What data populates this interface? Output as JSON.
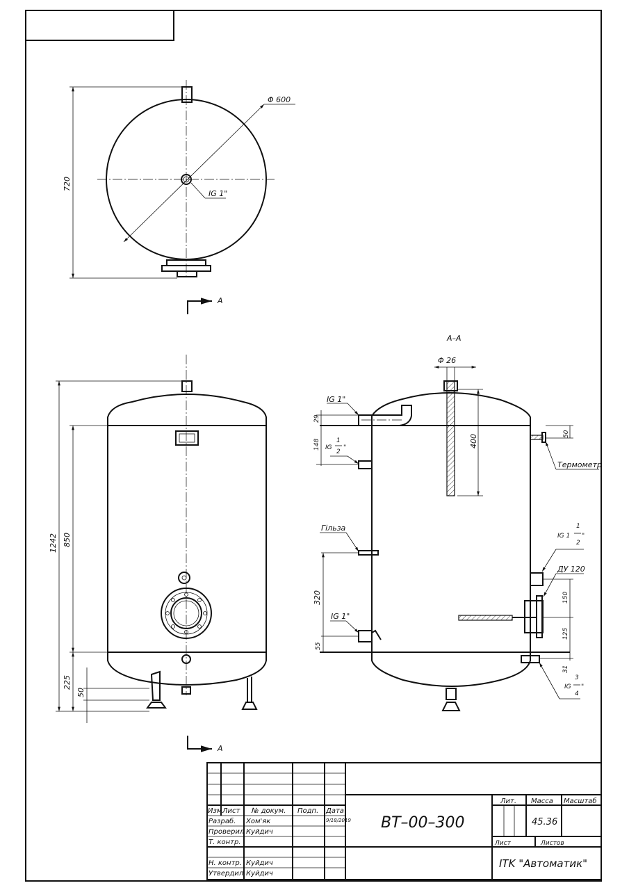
{
  "top_view": {
    "diameter": "Φ 600",
    "height": "720",
    "center_thread": "IG 1\""
  },
  "section_marks": {
    "top": "A",
    "bottom": "A"
  },
  "front_view": {
    "dims": {
      "total": "1242",
      "body": "850",
      "bottom": "225",
      "leg": "50"
    }
  },
  "section_view": {
    "title": "A–A",
    "dims": {
      "rod_dia": "Φ 26",
      "rod_len": "400",
      "d29": "29",
      "d148": "148",
      "d320": "320",
      "d55": "55",
      "d50": "50",
      "d150": "150",
      "d125": "125",
      "d31": "31"
    },
    "labels": {
      "inlet_top": "IG 1\"",
      "half_inch": {
        "prefix": "IG",
        "num": "1",
        "den": "2",
        "suffix": "\""
      },
      "sleeve": "Гільза",
      "inlet_bottom": "IG 1\"",
      "thermometer": "Термометр",
      "one_half": {
        "prefix": "IG 1",
        "num": "1",
        "den": "2",
        "suffix": "\""
      },
      "flange": "ДУ 120",
      "three_quarter": {
        "prefix": "IG",
        "num": "3",
        "den": "4",
        "suffix": "\""
      }
    }
  },
  "title_block": {
    "headers": {
      "izm": "Изм.",
      "list": "Лист",
      "doc": "№ докум.",
      "sign": "Подп.",
      "date": "Дата"
    },
    "rows": [
      {
        "role": "Разраб.",
        "name": "Хом'як",
        "date": "9/18/2019"
      },
      {
        "role": "Проверил",
        "name": "Куйдич"
      },
      {
        "role": "Т. контр.",
        "name": ""
      },
      {
        "role": "Н. контр.",
        "name": "Куйдич"
      },
      {
        "role": "Утвердил",
        "name": "Куйдич"
      }
    ],
    "designation": "BT–00–300",
    "lit_label": "Лит.",
    "mass_label": "Масса",
    "scale_label": "Масштаб",
    "mass": "45.36",
    "sheet_label": "Лист",
    "sheets_label": "Листов",
    "company": "ITK \"Автоматик\""
  }
}
